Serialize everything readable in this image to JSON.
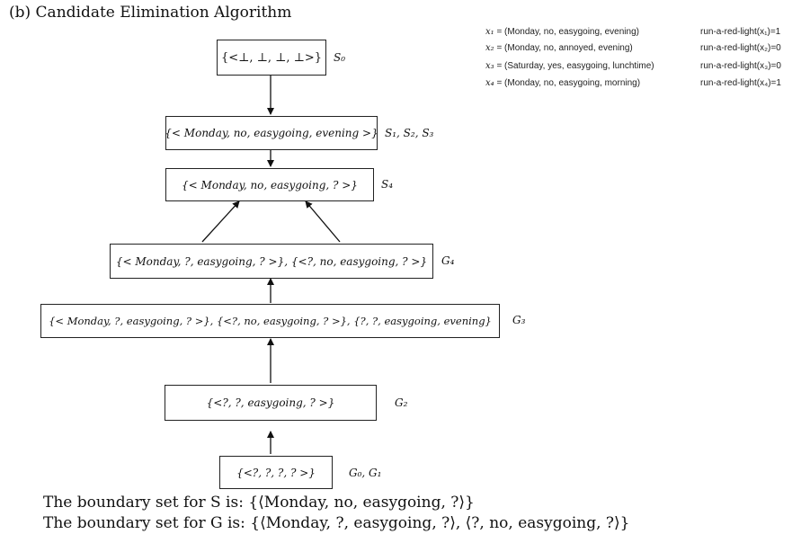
{
  "heading": "(b)  Candidate Elimination Algorithm",
  "nodes": {
    "s0": {
      "text": "{<⊥, ⊥, ⊥, ⊥>}",
      "label": "S₀"
    },
    "s123": {
      "text": "{< Monday, no, easygoing, evening >}",
      "label": "S₁, S₂, S₃"
    },
    "s4": {
      "text": "{< Monday, no, easygoing, ? >}",
      "label": "S₄"
    },
    "g4": {
      "text": "{< Monday, ?, easygoing, ? >}, {<?, no, easygoing, ? >}",
      "label": "G₄"
    },
    "g3": {
      "text": "{< Monday, ?, easygoing, ? >}, {<?, no, easygoing, ? >}, {?, ?, easygoing, evening}",
      "label": "G₃"
    },
    "g2": {
      "text": "{<?, ?, easygoing, ? >}",
      "label": "G₂"
    },
    "g01": {
      "text": "{<?, ?, ?, ? >}",
      "label": "G₀, G₁"
    }
  },
  "examples": [
    {
      "var": "x₁",
      "value": "= (Monday, no, easygoing, evening)",
      "result": "run-a-red-light(x₁)=1"
    },
    {
      "var": "x₂",
      "value": "= (Monday, no, annoyed, evening)",
      "result": "run-a-red-light(x₂)=0"
    },
    {
      "var": "x₃",
      "value": "= (Saturday, yes, easygoing, lunchtime)",
      "result": "run-a-red-light(x₃)=0"
    },
    {
      "var": "x₄",
      "value": "= (Monday, no, easygoing, morning)",
      "result": "run-a-red-light(x₄)=1"
    }
  ],
  "boundary": {
    "s": "The boundary set for S is: {⟨Monday, no, easygoing, ?⟩}",
    "g": "The boundary set for G is: {⟨Monday, ?, easygoing, ?⟩, ⟨?, no, easygoing, ?⟩}"
  }
}
